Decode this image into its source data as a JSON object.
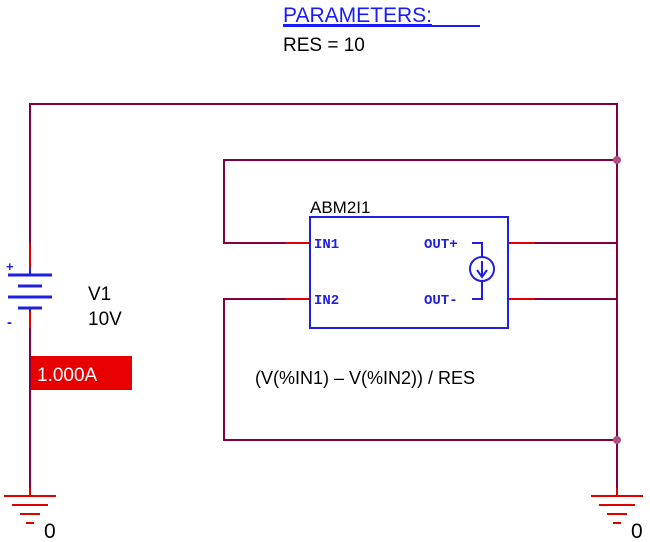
{
  "parameters": {
    "heading": "PARAMETERS:",
    "res_line": "RES = 10"
  },
  "source": {
    "name": "V1",
    "value": "10V",
    "plus_mark": "+",
    "minus_mark": "-",
    "current_label": "1.000A"
  },
  "abm": {
    "name": "ABM2I1",
    "pin_in1": "IN1",
    "pin_in2": "IN2",
    "pin_out_plus": "OUT+",
    "pin_out_minus": "OUT-",
    "expression": "(V(%IN1) – V(%IN2)) / RES"
  },
  "grounds": {
    "left_label": "0",
    "right_label": "0"
  },
  "colors": {
    "wire": "#800040",
    "pin": "#e00000",
    "component": "#2020e0",
    "heading": "#1a1aff",
    "label_bg": "#e60000",
    "node_dot": "#b05080"
  }
}
